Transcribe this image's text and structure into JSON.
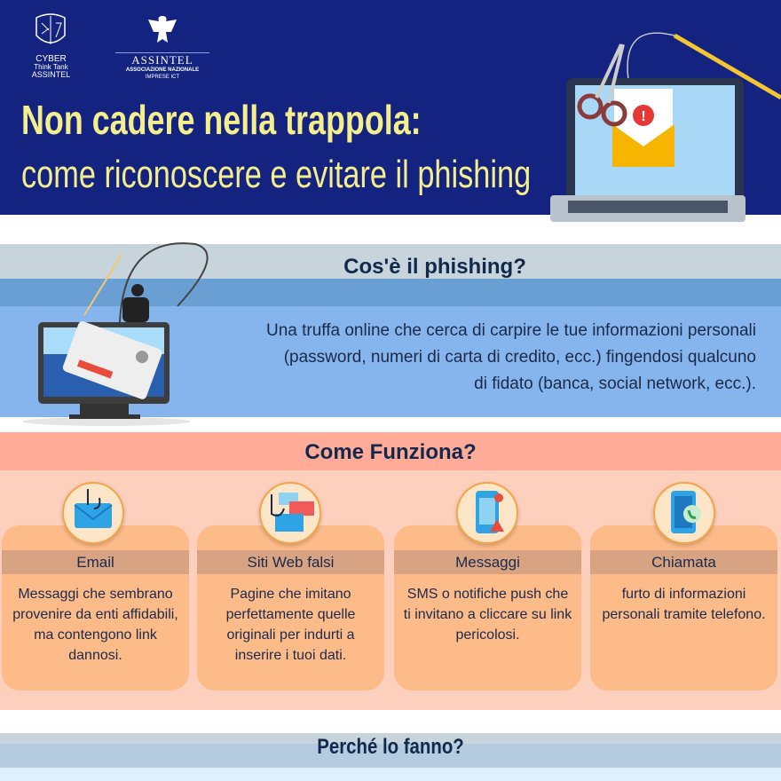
{
  "header": {
    "logo_cyber": [
      "CYBER",
      "Think Tank",
      "ASSINTEL"
    ],
    "logo_assintel": "ASSINTEL",
    "logo_assintel_sub1": "ASSOCIAZIONE NAZIONALE",
    "logo_assintel_sub2": "IMPRESE ICT",
    "title_line1": "Non cadere nella trappola:",
    "title_line2": "come riconoscere e evitare il phishing"
  },
  "what": {
    "heading": "Cos'è il phishing?",
    "body": "Una truffa online che cerca di carpire le tue informazioni personali (password, numeri di carta di credito, ecc.) fingendosi qualcuno di fidato (banca, social network, ecc.)."
  },
  "how": {
    "heading": "Come Funziona?",
    "cards": [
      {
        "title": "Email",
        "body": "Messaggi che sembrano provenire da enti affidabili, ma contengono link dannosi.",
        "icon": "email-hook-icon"
      },
      {
        "title": "Siti Web falsi",
        "body": "Pagine che imitano perfettamente quelle originali per indurti a inserire i tuoi dati.",
        "icon": "fake-website-icon"
      },
      {
        "title": "Messaggi",
        "body": "SMS o notifiche push che ti invitano a cliccare su link pericolosi.",
        "icon": "phone-message-icon"
      },
      {
        "title": "Chiamata",
        "body": "furto di informazioni personali tramite telefono.",
        "icon": "phone-call-icon"
      }
    ]
  },
  "why": {
    "heading": "Perché lo fanno?"
  }
}
